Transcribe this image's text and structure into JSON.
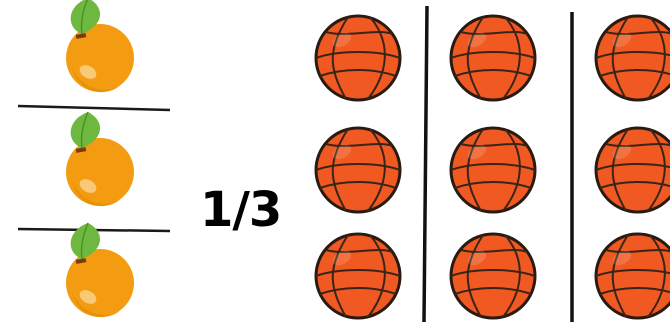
{
  "fraction_text": "1/3",
  "colors": {
    "orange_fill": "#F39C12",
    "orange_dark": "#E67E00",
    "leaf_green": "#6FB83F",
    "stem_brown": "#8B4513",
    "ball_fill": "#F05A22",
    "ball_lines": "#3A2418",
    "divider": "#1a1a1a"
  },
  "icons": {
    "orange": "orange-fruit-icon",
    "basketball": "basketball-icon"
  },
  "oranges_count": 3,
  "basketball_groups": 3,
  "basketballs_per_group": 3
}
